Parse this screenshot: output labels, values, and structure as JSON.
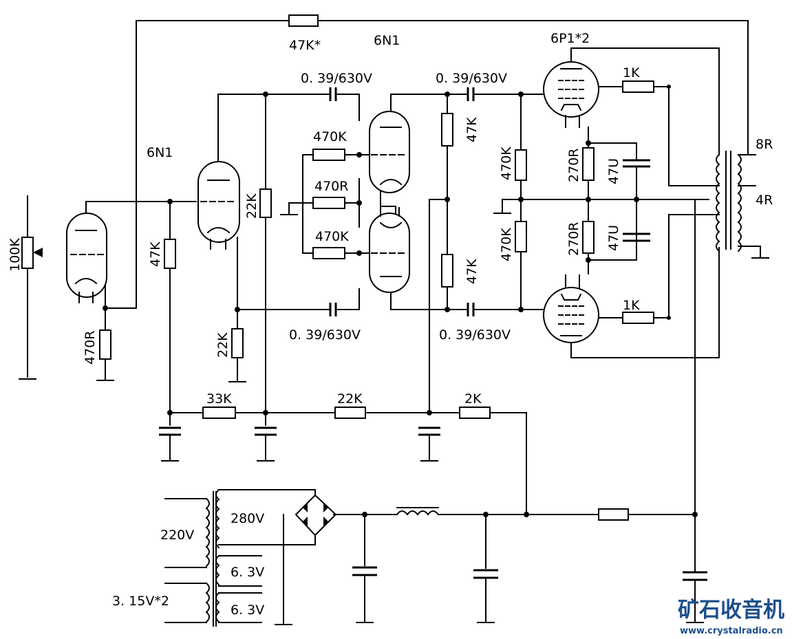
{
  "labels": {
    "feedback_res": "47K*",
    "tube_6n1_top": "6N1",
    "tube_6p1": "6P1*2",
    "cap_top_left": "0. 39/630V",
    "cap_top_right": "0. 39/630V",
    "cap_bot_left": "0. 39/630V",
    "cap_bot_right": "0. 39/630V",
    "tube_6n1_left": "6N1",
    "res_470k_top": "470K",
    "res_470r": "470R",
    "res_470k_bot": "470K",
    "res_47k_top": "47K",
    "res_47k_bot": "47K",
    "res_470k_grid_top": "470K",
    "res_470k_grid_bot": "470K",
    "res_270r_top": "270R",
    "res_270r_bot": "270R",
    "cap_47u_top": "47U",
    "cap_47u_bot": "47U",
    "res_1k_top": "1K",
    "res_1k_bot": "1K",
    "out_8r": "8R",
    "out_4r": "4R",
    "pot_100k": "100K",
    "res_470r_cath": "470R",
    "res_47k_left": "47K",
    "res_22k_plate": "22K",
    "res_22k_cath": "22K",
    "res_33k": "33K",
    "res_22k_bus": "22K",
    "res_2k": "2K",
    "pt_280v": "280V",
    "pt_220v": "220V",
    "pt_63v_a": "6. 3V",
    "pt_63v_b": "6. 3V",
    "pt_315v": "3. 15V*2"
  },
  "brand": {
    "cn": "矿石收音机",
    "url": "www.crystalradio.cn"
  }
}
